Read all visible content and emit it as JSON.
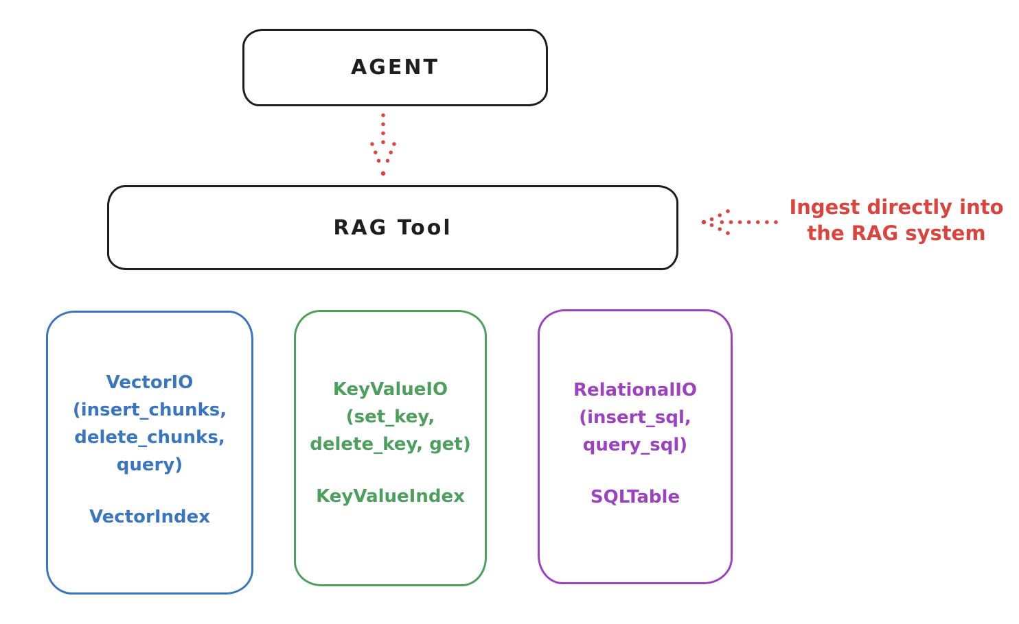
{
  "agent": {
    "label": "AGENT"
  },
  "rag_tool": {
    "label": "RAG Tool"
  },
  "annotation": {
    "line1": "Ingest directly into",
    "line2": "the RAG system"
  },
  "backends": {
    "vector": {
      "line1": "VectorIO",
      "line2": "(insert_chunks,",
      "line3": "delete_chunks,",
      "line4": "query)",
      "index": "VectorIndex"
    },
    "keyvalue": {
      "line1": "KeyValueIO",
      "line2": "(set_key,",
      "line3": "delete_key, get)",
      "index": "KeyValueIndex"
    },
    "relational": {
      "line1": "RelationalIO",
      "line2": "(insert_sql,",
      "line3": "query_sql)",
      "index": "SQLTable"
    }
  },
  "colors": {
    "ink": "#1e1e1e",
    "red": "#d9453e",
    "blue": "#3a76c0",
    "green": "#4d9f5d",
    "violet": "#9c41bf"
  }
}
